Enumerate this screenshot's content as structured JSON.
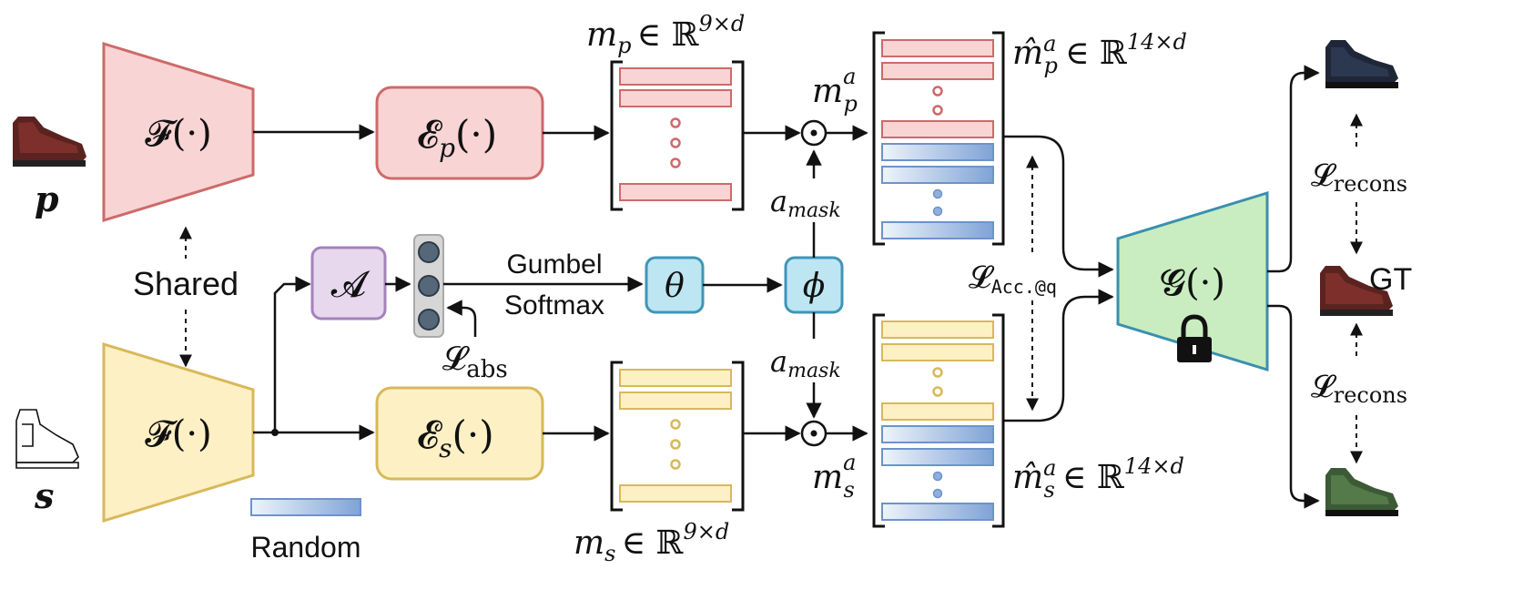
{
  "labels": {
    "shared": "Shared",
    "gumbel": "Gumbel",
    "softmax": "Softmax",
    "random": "Random",
    "gt": "GT",
    "input_p": "p",
    "input_s": "s",
    "a_mask_top": "a",
    "a_mask_bottom": "a",
    "mask_sub": "mask"
  },
  "blocks": {
    "encoder_f": "𝓕(·)",
    "encoder_f2": "𝓕(·)",
    "ep_main": "𝓔",
    "ep_sub": "p",
    "ep_tail": "(·)",
    "es_main": "𝓔",
    "es_sub": "s",
    "es_tail": "(·)",
    "attention": "𝓐",
    "theta": "θ",
    "phi": "ϕ",
    "generator": "𝓖(·)"
  },
  "math": {
    "mp": "m",
    "mp_sub": "p",
    "mp_set": "∈ ℝ",
    "mp_sup": "9×d",
    "ms": "m",
    "ms_sub": "s",
    "ms_set": "∈ ℝ",
    "ms_sup": "9×d",
    "mpa": "m",
    "mpa_sub": "p",
    "mpa_sup": "a",
    "msa": "m",
    "msa_sub": "s",
    "msa_sup": "a",
    "mhat_p": "m̂",
    "mhat_p_sub": "p",
    "mhat_p_sup": "a",
    "mhat_p_set": "∈ ℝ",
    "mhat_p_dim": "14×d",
    "mhat_s": "m̂",
    "mhat_s_sub": "s",
    "mhat_s_sup": "a",
    "mhat_s_set": "∈ ℝ",
    "mhat_s_dim": "14×d"
  },
  "losses": {
    "abs": "𝓛",
    "abs_sub": "abs",
    "acc": "𝓛",
    "acc_sub": "Acc.@q",
    "recons_top": "𝓛",
    "recons_top_sub": "recons",
    "recons_bottom": "𝓛",
    "recons_bottom_sub": "recons"
  },
  "icons": {
    "lock": "lock-icon",
    "odot": "⊙"
  },
  "colors": {
    "red_fill": "#f9d4d4",
    "red_stroke": "#cd6a6a",
    "yellow_fill": "#fdf0c4",
    "yellow_stroke": "#d8b85a",
    "blue_fill": "#cfe2f5",
    "blue_stroke": "#6d93cb",
    "cyan_fill": "#bde6f2",
    "cyan_stroke": "#3f95b8",
    "purple_fill": "#e8d8ee",
    "purple_stroke": "#a482ba",
    "green_fill": "#c9edc0",
    "green_stroke": "#3b8fae",
    "gray": "#c9c9c9"
  }
}
